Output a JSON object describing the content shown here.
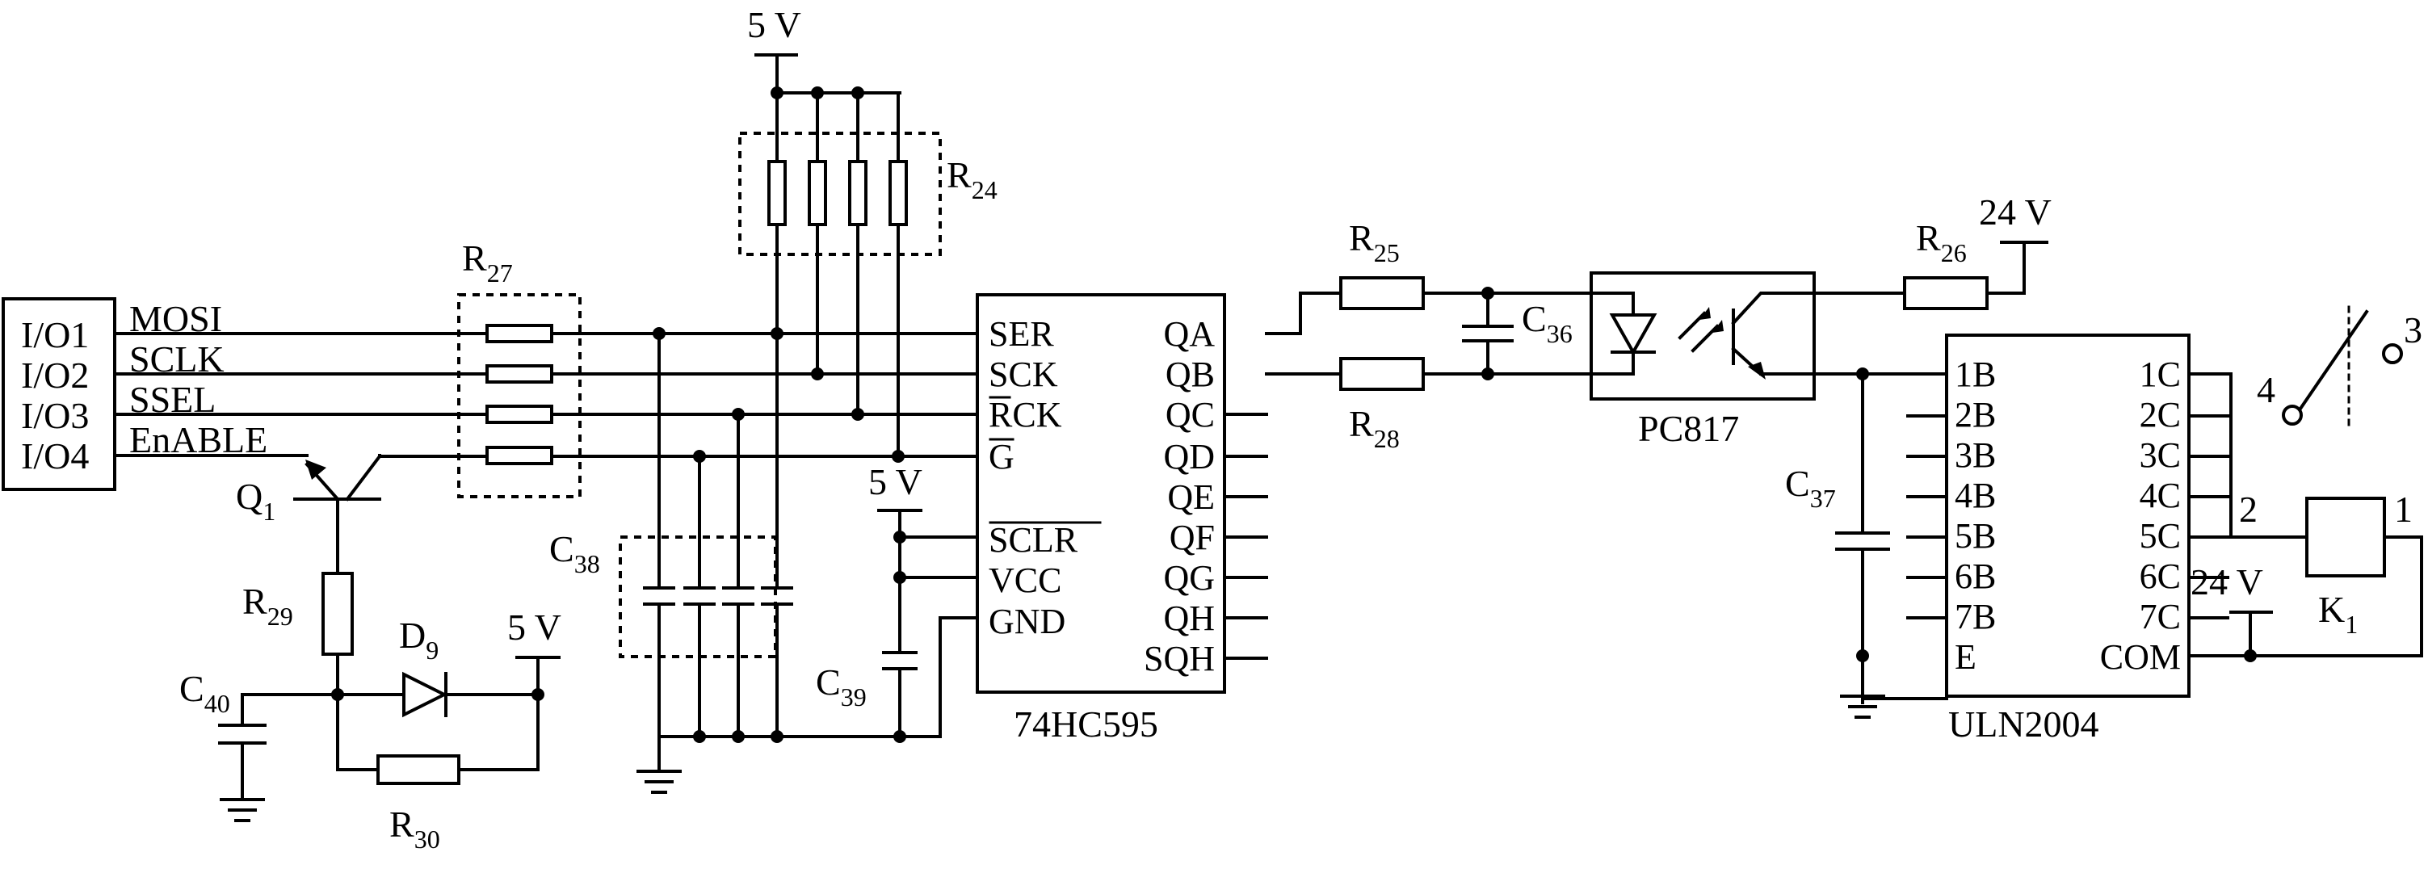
{
  "supply": {
    "v5": "5 V",
    "v24": "24 V"
  },
  "connector": {
    "pins": [
      "I/O1",
      "I/O2",
      "I/O3",
      "I/O4"
    ]
  },
  "signals": [
    "MOSI",
    "SCLK",
    "SSEL",
    "EnABLE"
  ],
  "resistors": {
    "r24": {
      "p": "R",
      "s": "24"
    },
    "r25": {
      "p": "R",
      "s": "25"
    },
    "r26": {
      "p": "R",
      "s": "26"
    },
    "r27": {
      "p": "R",
      "s": "27"
    },
    "r28": {
      "p": "R",
      "s": "28"
    },
    "r29": {
      "p": "R",
      "s": "29"
    },
    "r30": {
      "p": "R",
      "s": "30"
    }
  },
  "capacitors": {
    "c36": {
      "p": "C",
      "s": "36"
    },
    "c37": {
      "p": "C",
      "s": "37"
    },
    "c38": {
      "p": "C",
      "s": "38"
    },
    "c39": {
      "p": "C",
      "s": "39"
    },
    "c40": {
      "p": "C",
      "s": "40"
    }
  },
  "transistor": {
    "p": "Q",
    "s": "1"
  },
  "diode": {
    "p": "D",
    "s": "9"
  },
  "relay": {
    "p": "K",
    "s": "1",
    "pins": [
      "1",
      "2",
      "3",
      "4"
    ]
  },
  "shift_register": {
    "name": "74HC595",
    "left_pins": [
      "SER",
      "SCK",
      "RCK",
      "G",
      "SCLR",
      "VCC",
      "GND"
    ],
    "right_pins": [
      "QA",
      "QB",
      "QC",
      "QD",
      "QE",
      "QF",
      "QG",
      "QH",
      "SQH"
    ]
  },
  "optocoupler": {
    "name": "PC817"
  },
  "driver": {
    "name": "ULN2004",
    "left_pins": [
      "1B",
      "2B",
      "3B",
      "4B",
      "5B",
      "6B",
      "7B",
      "E"
    ],
    "right_pins": [
      "1C",
      "2C",
      "3C",
      "4C",
      "5C",
      "6C",
      "7C",
      "COM"
    ]
  }
}
